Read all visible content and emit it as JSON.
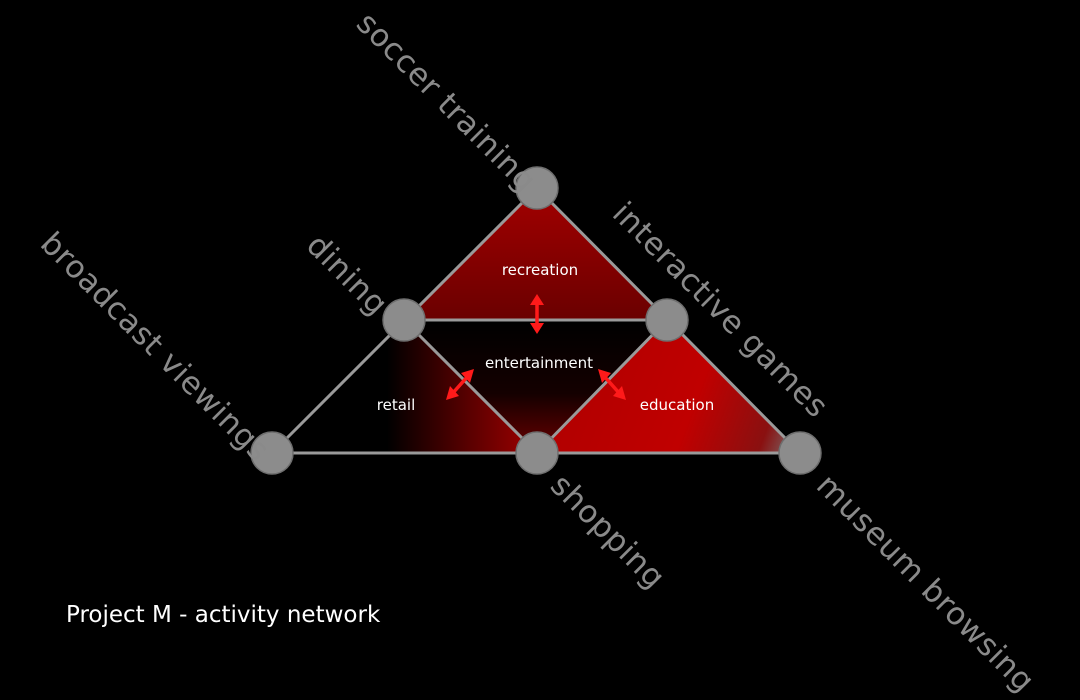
{
  "caption": "Project M - activity network",
  "regions": {
    "recreation": "recreation",
    "entertainment": "entertainment",
    "retail": "retail",
    "education": "education"
  },
  "activities": {
    "soccer_training": "soccer training",
    "interactive_games": "interactive games",
    "dining": "dining",
    "broadcast_viewings": "broadcast viewings",
    "shopping": "shopping",
    "museum_browsing": "museum browsing"
  },
  "colors": {
    "background": "#000000",
    "region_red": "#a00000",
    "arrow_red": "#ff1a1a",
    "node_gray": "#8c8c8c",
    "edge_gray": "#9a9a9a",
    "outer_text": "#8a8a8a",
    "inner_text": "#ffffff"
  }
}
